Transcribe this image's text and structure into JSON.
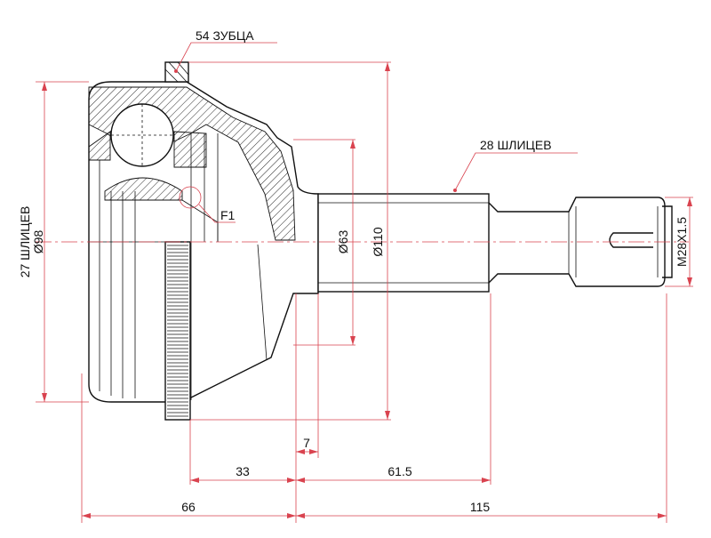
{
  "colors": {
    "dimension": "#d9434f",
    "outline": "#111111",
    "background": "#ffffff"
  },
  "labels": {
    "teeth": "54 ЗУБЦА",
    "outer_splines": "28 ШЛИЦЕВ",
    "inner_splines": "27 ШЛИЦЕВ",
    "outer_diameter": "Ø98",
    "abs_diameter": "Ø110",
    "housing_diameter": "Ø63",
    "thread": "M28X1.5",
    "fitting": "F1"
  },
  "dimensions": {
    "d7": "7",
    "d33": "33",
    "d61_5": "61.5",
    "d66": "66",
    "d115": "115"
  }
}
